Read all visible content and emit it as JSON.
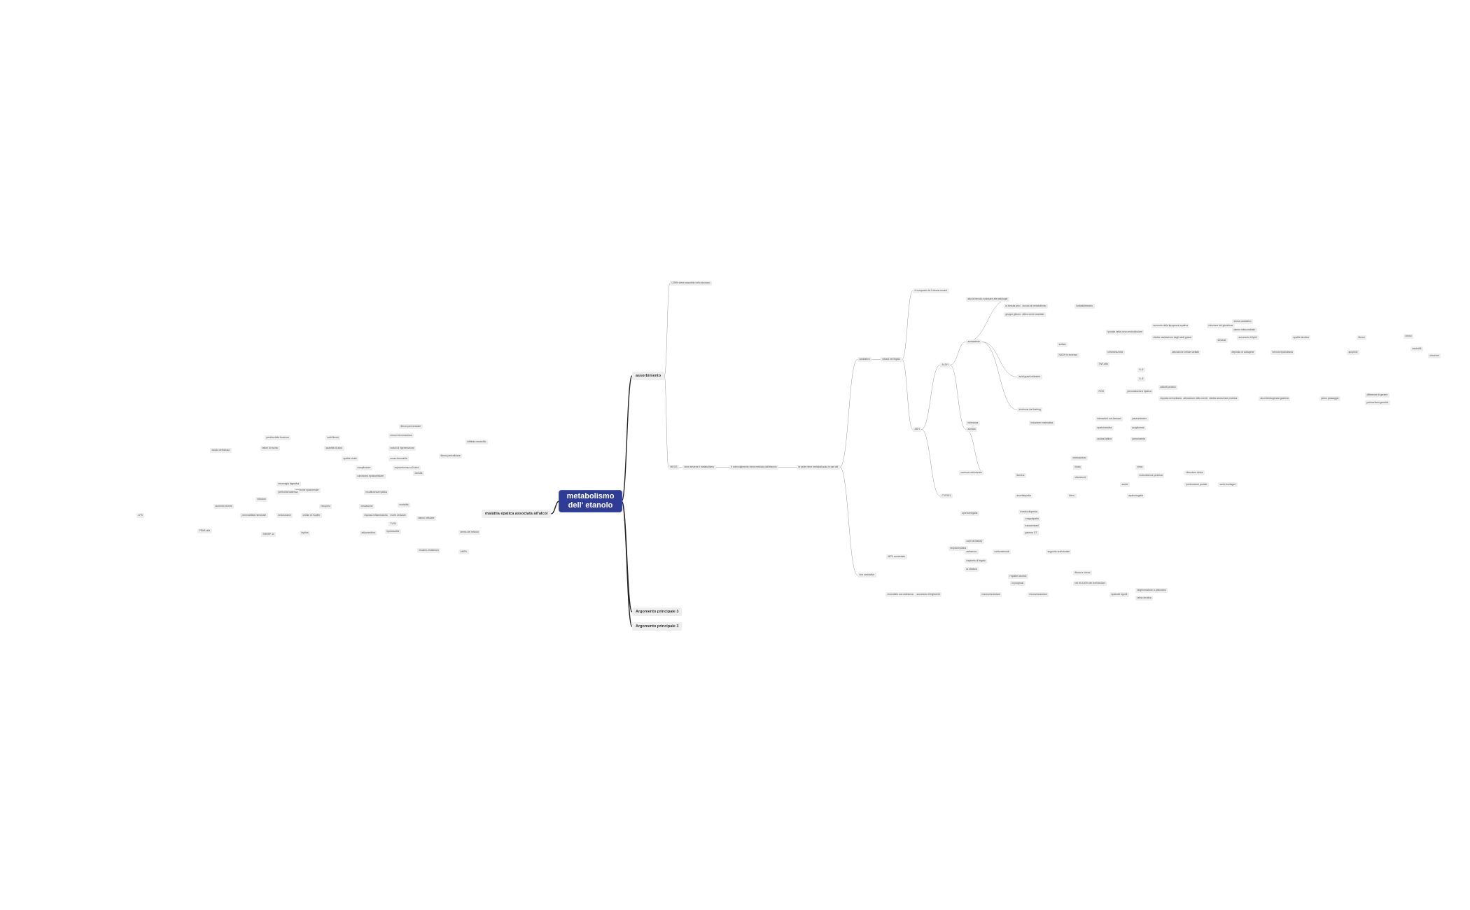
{
  "root": {
    "label": "metabolismo dell' etanolo"
  },
  "nodes": {
    "assorbimento": "assorbimento",
    "malattia": "malattia epatica associata all'alcol",
    "arg3a": "Argomento principale 3",
    "arg3b": "Argomento principale 3",
    "stomaco": "L'85% viene assorbito nello stomaco",
    "meos": "MEOS",
    "rs1": "dove avviene il metabolismo",
    "rs2": "il coinvolgimento viene mediato dall'etanolo",
    "rs3": "la pelle viene metabolizzata in vari siti",
    "ossidativo": "ossidativo",
    "nonox": "non ossidativo",
    "citosol": "citosol nel fegato",
    "composto": "è composto da 3 diversi enzimi",
    "adh": "ADH",
    "aldh": "ALDH",
    "cyp": "CYP2E1",
    "acetaldeide": "acetaldeide",
    "acetato": "acetato",
    "l1": "alta la bevuta e passare alle patologie",
    "l2": "la bevuta provoca danni",
    "l3": "gruppo glicuronici",
    "l4": "dovuto al metabolismo",
    "l5": "attivo come ossidasi",
    "l6": "fosfatidiletanolo",
    "l7": "acidi grassi etilesteri",
    "l8": "solfato",
    "l9": "NADH in eccesso",
    "l10": "ipossia nella zona centrolobulare",
    "l11": "aumento della lipogenesi epatica",
    "l12": "ridotta ossidazione degli acidi grassi",
    "l13": "riduzione del glutatione",
    "l14": "stress ossidativo",
    "l15": "danno mitocondriale",
    "l16": "steatosi",
    "l17": "accumulo di lipidi",
    "l18": "epatite alcolica",
    "l19": "fibrosi",
    "l20": "cirrosi",
    "l21": "infiammazione",
    "l22": "attivazione cellule stellate",
    "l23": "deposito di collagene",
    "l24": "necrosi epatocitaria",
    "l25": "apoptosi",
    "l26": "neutrofili",
    "l27": "citochine",
    "l28": "TNF-alfa",
    "l29": "IL-6",
    "l30": "IL-8",
    "l31": "ROS",
    "l32": "perossidazione lipidica",
    "l33": "addotti proteici",
    "l34": "risposta immunitaria",
    "l35": "alterazione della membrana",
    "l36": "ridotta secrezione proteica",
    "l37": "alcol deidrogenasi gastrica",
    "l38": "primo passaggio",
    "l39": "differenze di genere",
    "l40": "polimorfismi genetici",
    "l41": "sindrome da flushing",
    "l42": "tolleranza",
    "l43": "induzione enzimatica",
    "l44": "interazioni con farmaci",
    "l45": "paracetamolo",
    "l46": "epatotossicità",
    "l47": "ipoglicemia",
    "l48": "acidosi lattica",
    "l49": "iperuricemia",
    "l50": "chetoacidosi",
    "l51": "carenza nutrizionale",
    "l52": "tiamina",
    "l53": "folato",
    "l54": "vitamina A",
    "l55": "zinco",
    "l56": "malnutrizione proteica",
    "l57": "ritenzione idrica",
    "l58": "ipertensione portale",
    "l59": "ascite",
    "l60": "varici esofagee",
    "l61": "encefalopatia",
    "l62": "ittero",
    "l63": "epatomegalia",
    "l64": "splenomegalia",
    "l65": "trombocitopenia",
    "l66": "coagulopatia",
    "l67": "transaminasi",
    "l68": "gamma GT",
    "l69": "MCV aumentato",
    "l70": "biopsia epatica",
    "l71": "corpi di Mallory",
    "l72": "astinenza",
    "l73": "corticosteroidi",
    "l74": "supporto nutrizionale",
    "l75": "trapianto di fegato",
    "m1": "la steatosi",
    "m2": "l'epatite alcolica",
    "m3": "fibrosi e cirrosi",
    "m4": "la prognosi",
    "m5": "nel 90-100% dei forti bevitori",
    "m6": "reversibile con astinenza",
    "m7": "accumulo di trigliceridi",
    "m8": "macrovescicolare",
    "m9": "microvescicolare",
    "m10": "epatociti rigonfi",
    "m11": "degenerazione a palloncino",
    "m12": "ialina alcolica",
    "m13": "infiltrato neutrofilo",
    "m14": "fibrosi pericellulare",
    "m15": "fibrosi perivenulare",
    "m16": "cirrosi micronodulare",
    "m17": "noduli di rigenerazione",
    "m18": "setti fibrosi",
    "m19": "perdita della funzione",
    "m20": "fattori di rischio",
    "m21": "quantità di alcol",
    "m22": "durata dell'abuso",
    "m23": "sesso femminile",
    "m24": "epatite virale",
    "m25": "obesità",
    "m26": "sopravvivenza a 5 anni",
    "m27": "complicanze",
    "m28": "carcinoma epatocellulare",
    "m29": "insufficienza epatica",
    "m30": "sindrome epatorenale",
    "m31": "emorragia digestiva",
    "m32": "peritonite batterica",
    "m33": "infezioni",
    "m34": "mortalità",
    "m35": "cessazione",
    "m36": "recupero",
    "m37": "aumento enzimi",
    "m38": "danno cellulare",
    "m39": "morte cellulare",
    "m40": "risposta infiammatoria",
    "m41": "cellule di Kupffer",
    "m42": "endotossine",
    "m43": "permeabilità intestinale",
    "m44": "LPS",
    "m45": "TLR4",
    "m46": "stress del reticolo",
    "m47": "lipotossicità",
    "m48": "adiponectina",
    "m49": "leptina",
    "m50": "SREBP-1c",
    "m51": "PPAR-alfa",
    "m52": "AMPK",
    "m53": "insulino-resistenza"
  }
}
